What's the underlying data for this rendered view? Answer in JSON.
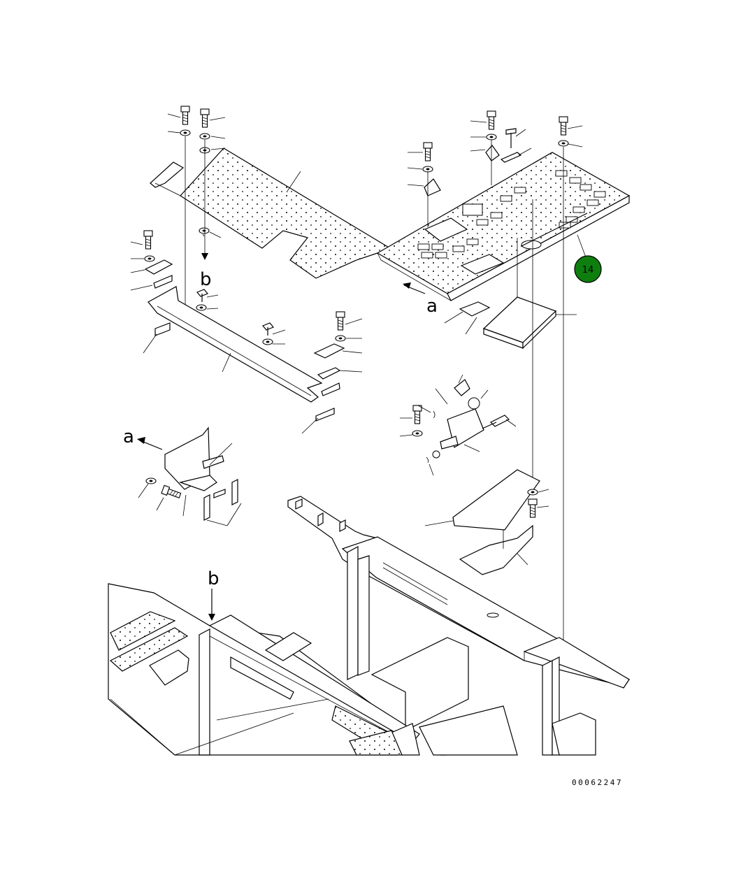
{
  "view_labels": {
    "a_upper": "a",
    "a_left": "a",
    "b_upper": "b",
    "b_lower": "b"
  },
  "callouts": [
    {
      "number": "14",
      "color": "#0e7f0e"
    }
  ],
  "drawing_id": "00062247"
}
